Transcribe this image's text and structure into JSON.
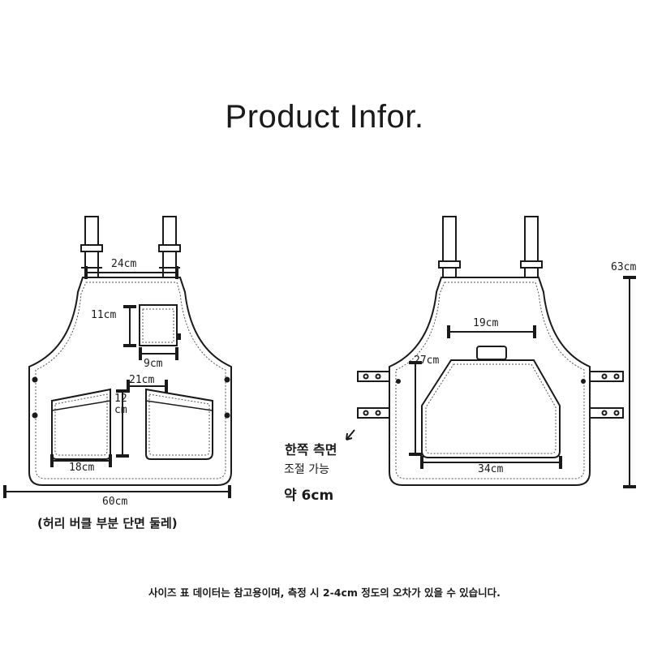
{
  "title": "Product Infor.",
  "front_view": {
    "strap_width": "24cm",
    "chest_pocket_height": "11cm",
    "chest_pocket_width": "9cm",
    "pocket_top_width": "21cm",
    "pocket_height_line1": "12",
    "pocket_height_line2": "cm",
    "pocket_width": "18cm",
    "total_width": "60cm",
    "total_width_note": "(허리 버클 부분 단면 둘레)"
  },
  "back_view": {
    "total_height": "63cm",
    "top_width": "19cm",
    "pocket_height": "27cm",
    "pocket_width": "34cm",
    "side_note_line1": "한쪽 측면",
    "side_note_line2": "조절 가능",
    "side_note_line3": "약 6cm"
  },
  "disclaimer": "사이즈 표 데이터는 참고용이며, 측정 시 2-4cm 정도의 오차가 있을 수 있습니다.",
  "colors": {
    "line": "#1a1a1a",
    "stitch": "#555555",
    "background": "#ffffff"
  }
}
